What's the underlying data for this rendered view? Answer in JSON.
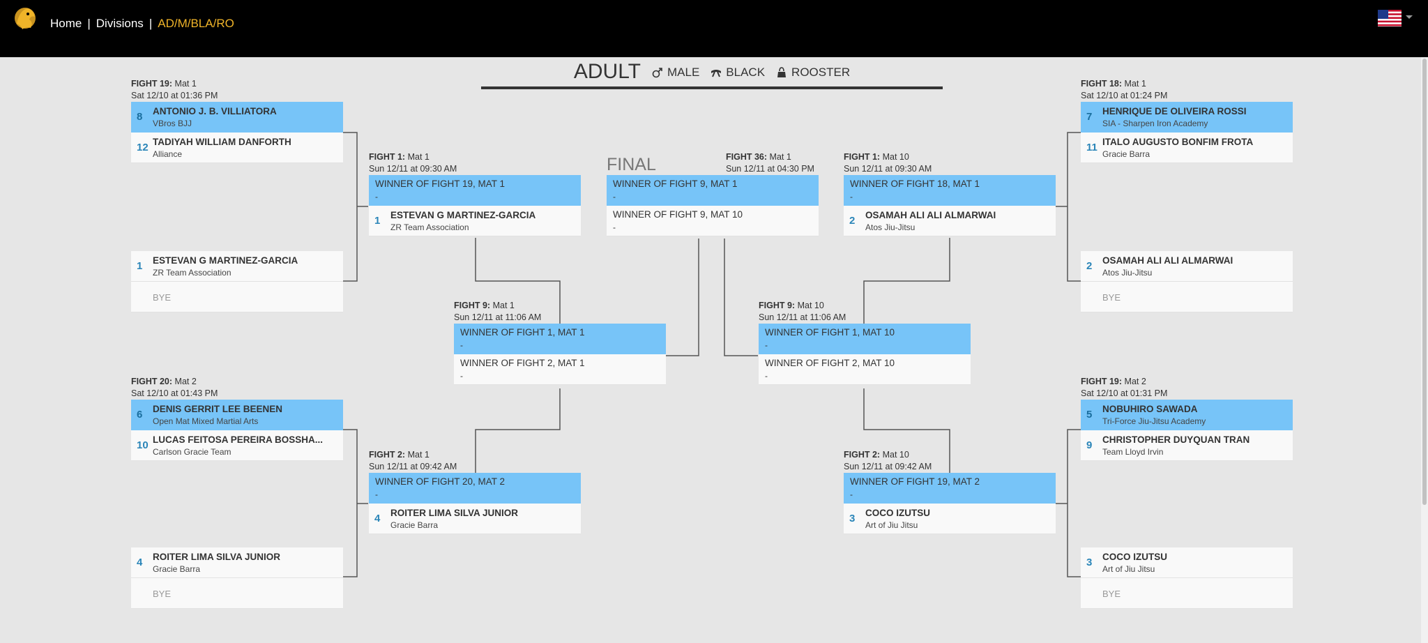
{
  "nav": {
    "home": "Home",
    "divisions": "Divisions",
    "current": "AD/M/BLA/RO",
    "sep": "|"
  },
  "division": {
    "age": "ADULT",
    "gender": "MALE",
    "belt": "BLACK",
    "weight": "ROOSTER"
  },
  "final_label": "FINAL",
  "matches": {
    "l1": {
      "fight": "FIGHT 19:",
      "mat": "Mat 1",
      "time": "Sat 12/10 at 01:36 PM",
      "a": {
        "seed": "8",
        "name": "ANTONIO J. B. VILLIATORA",
        "team": "VBros BJJ"
      },
      "b": {
        "seed": "12",
        "name": "TADIYAH WILLIAM DANFORTH",
        "team": "Alliance"
      }
    },
    "l2": {
      "a": {
        "seed": "1",
        "name": "ESTEVAN G MARTINEZ-GARCIA",
        "team": "ZR Team Association"
      },
      "b": {
        "bye": "BYE"
      }
    },
    "l3": {
      "fight": "FIGHT 20:",
      "mat": "Mat 2",
      "time": "Sat 12/10 at 01:43 PM",
      "a": {
        "seed": "6",
        "name": "DENIS GERRIT LEE BEENEN",
        "team": "Open Mat Mixed Martial Arts"
      },
      "b": {
        "seed": "10",
        "name": "LUCAS FEITOSA PEREIRA BOSSHA...",
        "team": "Carlson Gracie Team"
      }
    },
    "l4": {
      "a": {
        "seed": "4",
        "name": "ROITER LIMA SILVA JUNIOR",
        "team": "Gracie Barra"
      },
      "b": {
        "bye": "BYE"
      }
    },
    "lq1": {
      "fight": "FIGHT 1:",
      "mat": "Mat 1",
      "time": "Sun 12/11 at 09:30 AM",
      "a": {
        "winner": "WINNER OF FIGHT 19, MAT 1",
        "dash": "-"
      },
      "b": {
        "seed": "1",
        "name": "ESTEVAN G MARTINEZ-GARCIA",
        "team": "ZR Team Association"
      }
    },
    "lq2": {
      "fight": "FIGHT 2:",
      "mat": "Mat 1",
      "time": "Sun 12/11 at 09:42 AM",
      "a": {
        "winner": "WINNER OF FIGHT 20, MAT 2",
        "dash": "-"
      },
      "b": {
        "seed": "4",
        "name": "ROITER LIMA SILVA JUNIOR",
        "team": "Gracie Barra"
      }
    },
    "ls": {
      "fight": "FIGHT 9:",
      "mat": "Mat 1",
      "time": "Sun 12/11 at 11:06 AM",
      "a": {
        "winner": "WINNER OF FIGHT 1, MAT 1",
        "dash": "-"
      },
      "b": {
        "winner": "WINNER OF FIGHT 2, MAT 1",
        "dash": "-"
      }
    },
    "fin": {
      "fight": "FIGHT 36:",
      "mat": "Mat 1",
      "time": "Sun 12/11 at 04:30 PM",
      "a": {
        "winner": "WINNER OF FIGHT 9, MAT 1",
        "dash": "-"
      },
      "b": {
        "winner": "WINNER OF FIGHT 9, MAT 10",
        "dash": "-"
      }
    },
    "rs": {
      "fight": "FIGHT 9:",
      "mat": "Mat 10",
      "time": "Sun 12/11 at 11:06 AM",
      "a": {
        "winner": "WINNER OF FIGHT 1, MAT 10",
        "dash": "-"
      },
      "b": {
        "winner": "WINNER OF FIGHT 2, MAT 10",
        "dash": "-"
      }
    },
    "rq1": {
      "fight": "FIGHT 1:",
      "mat": "Mat 10",
      "time": "Sun 12/11 at 09:30 AM",
      "a": {
        "winner": "WINNER OF FIGHT 18, MAT 1",
        "dash": "-"
      },
      "b": {
        "seed": "2",
        "name": "OSAMAH ALI ALI ALMARWAI",
        "team": "Atos Jiu-Jitsu"
      }
    },
    "rq2": {
      "fight": "FIGHT 2:",
      "mat": "Mat 10",
      "time": "Sun 12/11 at 09:42 AM",
      "a": {
        "winner": "WINNER OF FIGHT 19, MAT 2",
        "dash": "-"
      },
      "b": {
        "seed": "3",
        "name": "COCO IZUTSU",
        "team": "Art of Jiu Jitsu"
      }
    },
    "r1": {
      "fight": "FIGHT 18:",
      "mat": "Mat 1",
      "time": "Sat 12/10 at 01:24 PM",
      "a": {
        "seed": "7",
        "name": "HENRIQUE DE OLIVEIRA ROSSI",
        "team": "SIA - Sharpen Iron Academy"
      },
      "b": {
        "seed": "11",
        "name": "ITALO AUGUSTO BONFIM FROTA",
        "team": "Gracie Barra"
      }
    },
    "r2": {
      "a": {
        "seed": "2",
        "name": "OSAMAH ALI ALI ALMARWAI",
        "team": "Atos Jiu-Jitsu"
      },
      "b": {
        "bye": "BYE"
      }
    },
    "r3": {
      "fight": "FIGHT 19:",
      "mat": "Mat 2",
      "time": "Sat 12/10 at 01:31 PM",
      "a": {
        "seed": "5",
        "name": "NOBUHIRO SAWADA",
        "team": "Tri-Force Jiu-Jitsu Academy"
      },
      "b": {
        "seed": "9",
        "name": "CHRISTOPHER DUYQUAN TRAN",
        "team": "Team Lloyd Irvin"
      }
    },
    "r4": {
      "a": {
        "seed": "3",
        "name": "COCO IZUTSU",
        "team": "Art of Jiu Jitsu"
      },
      "b": {
        "bye": "BYE"
      }
    }
  },
  "colors": {
    "highlight": "#77c4f8",
    "accent": "#f0b429",
    "seed": "#2a85b8"
  },
  "icons": {
    "logo": "lion-logo-icon",
    "flag": "us-flag-icon",
    "male": "male-symbol-icon",
    "belt": "belt-icon",
    "weight": "kettlebell-icon"
  }
}
